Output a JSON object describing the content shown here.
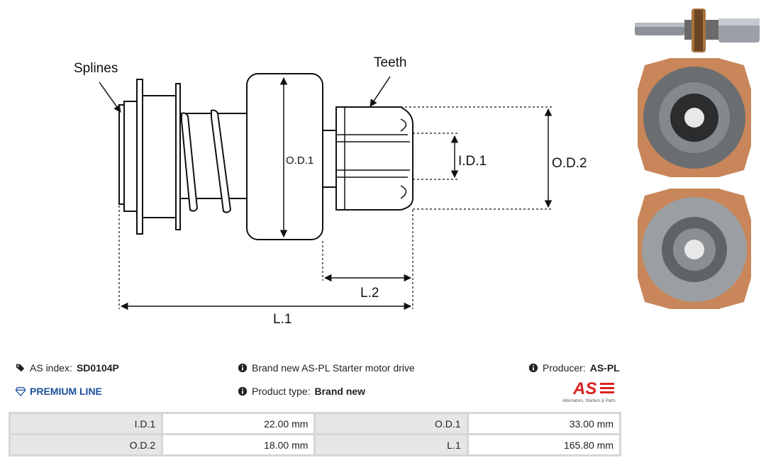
{
  "diagram": {
    "label_splines": "Splines",
    "label_teeth": "Teeth",
    "label_od1": "O.D.1",
    "label_id1": "I.D.1",
    "label_od2": "O.D.2",
    "label_l2": "L.2",
    "label_l1": "L.1"
  },
  "info": {
    "as_index_label": "AS index:",
    "as_index_value": "SD0104P",
    "premium": "PREMIUM LINE",
    "description": "Brand new AS-PL Starter motor drive",
    "product_type_label": "Product type:",
    "product_type_value": "Brand new",
    "producer_label": "Producer:",
    "producer_value": "AS-PL"
  },
  "logo": {
    "text": "AS",
    "tagline": "Alternators, Starters & Parts",
    "color": "#d8231f"
  },
  "specs": [
    {
      "label": "I.D.1",
      "value": "22.00 mm",
      "label2": "O.D.1",
      "value2": "33.00 mm"
    },
    {
      "label": "O.D.2",
      "value": "18.00 mm",
      "label2": "L.1",
      "value2": "165.80 mm"
    }
  ]
}
